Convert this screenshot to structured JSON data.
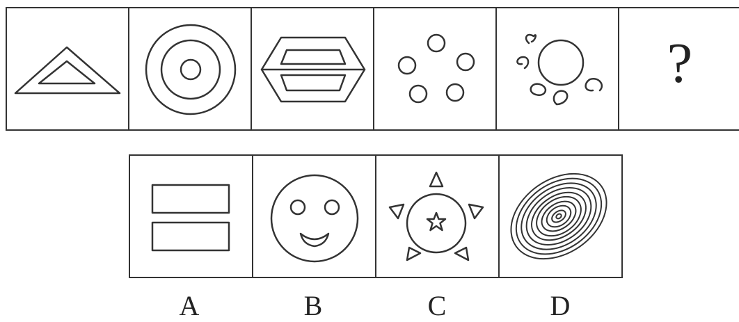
{
  "question_mark": "?",
  "options": [
    {
      "label": "A"
    },
    {
      "label": "B"
    },
    {
      "label": "C"
    },
    {
      "label": "D"
    }
  ],
  "colors": {
    "stroke": "#333333",
    "background": "#ffffff"
  },
  "figures": {
    "row1": [
      "nested-triangles-icon",
      "concentric-circles-icon",
      "nested-hexagon-icon",
      "five-small-circles-icon",
      "circle-with-spirals-icon",
      "question-mark"
    ],
    "row2": [
      "two-rectangles-icon",
      "smiley-face-icon",
      "circle-star-triangles-icon",
      "concentric-ellipses-icon"
    ]
  }
}
